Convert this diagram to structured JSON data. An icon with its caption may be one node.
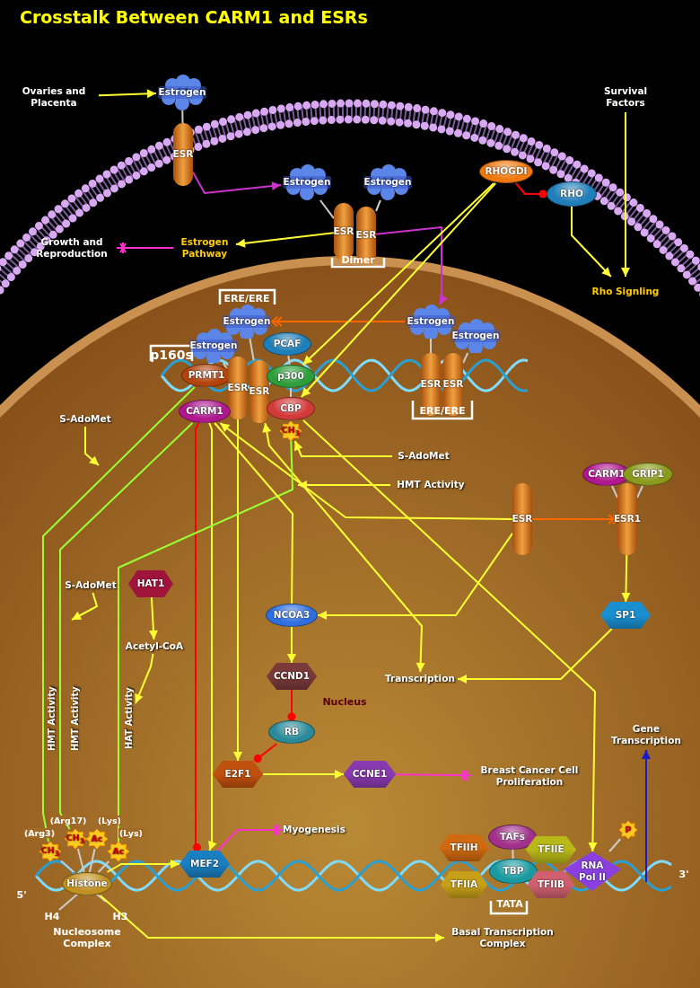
{
  "diagram": {
    "title": "Crosstalk Between CARM1 and ESRs",
    "nodes": [
      {
        "text": [
          "Estrogen"
        ]
      },
      {
        "text": [
          "ESR"
        ]
      },
      {
        "text": [
          "Estrogen"
        ]
      },
      {
        "text": [
          "Estrogen"
        ]
      },
      {
        "text": [
          "ESR"
        ]
      },
      {
        "text": [
          "ESR"
        ]
      },
      {
        "text": [
          "Estrogen"
        ]
      },
      {
        "text": [
          "Estrogen"
        ]
      },
      {
        "text": [
          "PCAF"
        ]
      },
      {
        "text": [
          "PRMT1"
        ]
      },
      {
        "text": [
          "ESR"
        ]
      },
      {
        "text": [
          "ESR"
        ]
      },
      {
        "text": [
          "p300"
        ]
      },
      {
        "text": [
          "CARM1"
        ]
      },
      {
        "text": [
          "CBP"
        ]
      },
      {
        "text": [
          "Estrogen"
        ]
      },
      {
        "text": [
          "Estrogen"
        ]
      },
      {
        "text": [
          "ESR"
        ]
      },
      {
        "text": [
          "ESR"
        ]
      },
      {
        "text": [
          "RHOGDI"
        ]
      },
      {
        "text": [
          "RHO"
        ]
      },
      {
        "text": [
          "CARM1"
        ]
      },
      {
        "text": [
          "GRIP1"
        ]
      },
      {
        "text": [
          "ESR"
        ]
      },
      {
        "text": [
          "ESR1"
        ]
      },
      {
        "text": [
          "SP1"
        ]
      },
      {
        "text": [
          "HAT1"
        ]
      },
      {
        "text": [
          "NCOA3"
        ]
      },
      {
        "text": [
          "CCND1"
        ]
      },
      {
        "text": [
          "RB"
        ]
      },
      {
        "text": [
          "E2F1"
        ]
      },
      {
        "text": [
          "CCNE1"
        ]
      },
      {
        "text": [
          "MEF2"
        ]
      },
      {
        "text": [
          "Histone"
        ]
      },
      {
        "text": [
          "CH$_{3}$"
        ],
        "beside": [
          "(Arg3)"
        ]
      },
      {
        "text": [
          "CH$_{3}$"
        ],
        "beside": [
          "(Arg17)"
        ]
      },
      {
        "text": [
          "Ac"
        ],
        "beside": [
          "(Lys)"
        ]
      },
      {
        "text": [
          "Ac"
        ],
        "beside": [
          "(Lys)"
        ]
      },
      {
        "text": [
          "CH$_{3}$"
        ]
      },
      {
        "text": [
          "TFIIH"
        ]
      },
      {
        "text": [
          "TAFs"
        ]
      },
      {
        "text": [
          "TFIIE"
        ]
      },
      {
        "text": [
          "TFIIA"
        ]
      },
      {
        "text": [
          "TBP"
        ]
      },
      {
        "text": [
          "TFIIB"
        ]
      },
      {
        "text": [
          "RNA Pol II"
        ]
      },
      {
        "text": [
          "P"
        ]
      },
      {
        "text": [
          "Ovaries and Placenta"
        ]
      },
      {
        "text": [
          "Survival Factors"
        ]
      },
      {
        "text": [
          "Growth and Reproduction"
        ]
      },
      {
        "text": [
          "Estrogen Pathway"
        ]
      },
      {
        "text": [
          "Rho Signling"
        ]
      },
      {
        "text": [
          "S-AdoMet"
        ]
      },
      {
        "text": [
          "S-AdoMet"
        ]
      },
      {
        "text": [
          "HMT Activity"
        ]
      },
      {
        "text": [
          "S-AdoMet"
        ]
      },
      {
        "text": [
          "Acetyl-CoA"
        ]
      },
      {
        "text": [
          "Transcription"
        ]
      },
      {
        "text": [
          "Breast Cancer Cell Proliferation"
        ]
      },
      {
        "text": [
          "Myogenesis"
        ]
      },
      {
        "text": [
          "Gene Transcription"
        ]
      },
      {
        "text": [
          "Basal Transcription Complex"
        ]
      },
      {
        "text": [
          "HMT Activity"
        ]
      },
      {
        "text": [
          "HMT Activity"
        ]
      },
      {
        "text": [
          "HAT Activity"
        ]
      }
    ],
    "edges": [
      {
        "from": 47,
        "to": 0,
        "arrow": "to"
      },
      {
        "from": 1,
        "to": 2,
        "arrow": "to",
        "color": "#cc33cc"
      },
      {
        "from": 5,
        "to": 15,
        "arrow": "to",
        "color": "#cc33cc"
      },
      {
        "from": 4,
        "to": 50,
        "arrow": "to"
      },
      {
        "from": 50,
        "to": 49,
        "arrow": "other",
        "color": "#ff33cc"
      },
      {
        "from": 15,
        "to": 7,
        "arrow": "to",
        "color": "#ff6600"
      },
      {
        "from": 19,
        "to": 12,
        "arrow": "to"
      },
      {
        "from": 19,
        "to": 14,
        "arrow": "to"
      },
      {
        "from": 19,
        "to": 20,
        "arrow": "other",
        "color": "#ff0000"
      },
      {
        "from": 20,
        "to": 51,
        "arrow": "to"
      },
      {
        "from": 48,
        "to": 51,
        "arrow": "to"
      },
      {
        "from": 13,
        "to": 32,
        "arrow": "other",
        "color": "#ff0000"
      },
      {
        "from": 13,
        "to": 32,
        "arrow": "to"
      },
      {
        "from": 10,
        "to": 30,
        "arrow": "to"
      },
      {
        "from": 11,
        "to": 57,
        "arrow": "both"
      },
      {
        "from": 23,
        "to": 13,
        "arrow": "to"
      },
      {
        "from": 23,
        "to": 24,
        "arrow": "to",
        "color": "#ff6600"
      },
      {
        "from": 23,
        "to": 27,
        "arrow": "to"
      },
      {
        "from": 24,
        "to": 25,
        "arrow": "to"
      },
      {
        "from": 25,
        "to": 57,
        "arrow": "to"
      },
      {
        "from": 14,
        "to": 45,
        "arrow": "to"
      },
      {
        "from": 53,
        "to": 38,
        "arrow": "to"
      },
      {
        "from": 54,
        "to": null,
        "arrow": "to"
      },
      {
        "from": 38,
        "to": 37,
        "arrow": "none",
        "color": "#99ff33"
      },
      {
        "from": 9,
        "to": 34,
        "arrow": "none",
        "color": "#99ff33"
      },
      {
        "from": 13,
        "to": 35,
        "arrow": "none",
        "color": "#99ff33"
      },
      {
        "from": 52,
        "to": null,
        "arrow": "to"
      },
      {
        "from": 55,
        "to": null,
        "arrow": "to"
      },
      {
        "from": 26,
        "to": 56,
        "arrow": "to"
      },
      {
        "from": 56,
        "to": 64,
        "arrow": "to"
      },
      {
        "from": 27,
        "to": 28,
        "arrow": "to"
      },
      {
        "from": 28,
        "to": 29,
        "arrow": "other",
        "color": "#ff0000"
      },
      {
        "from": 29,
        "to": 30,
        "arrow": "other",
        "color": "#ff0000"
      },
      {
        "from": 30,
        "to": 31,
        "arrow": "to"
      },
      {
        "from": 31,
        "to": 58,
        "arrow": "other",
        "color": "#ff33cc"
      },
      {
        "from": 32,
        "to": 59,
        "arrow": "other",
        "color": "#ff33cc"
      },
      {
        "from": 33,
        "to": 32,
        "arrow": "to"
      },
      {
        "from": 33,
        "to": 61,
        "arrow": "to"
      },
      {
        "from": null,
        "to": 60,
        "arrow": "to",
        "color": "#1a1acc"
      },
      {
        "from": 46,
        "to": 45,
        "arrow": "none",
        "color": "#cccccc"
      },
      {
        "from": 0,
        "to": 1,
        "arrow": "none",
        "color": "#cccccc"
      },
      {
        "from": 2,
        "to": 4,
        "arrow": "none",
        "color": "#cccccc"
      },
      {
        "from": 3,
        "to": 5,
        "arrow": "none",
        "color": "#cccccc"
      },
      {
        "from": 7,
        "to": 11,
        "arrow": "none",
        "color": "#cccccc"
      },
      {
        "from": 6,
        "to": 10,
        "arrow": "none",
        "color": "#cccccc"
      },
      {
        "from": 8,
        "to": 12,
        "arrow": "none",
        "color": "#cccccc"
      },
      {
        "from": 12,
        "to": 14,
        "arrow": "none",
        "color": "#cccccc"
      },
      {
        "from": 15,
        "to": 17,
        "arrow": "none",
        "color": "#cccccc"
      },
      {
        "from": 16,
        "to": 18,
        "arrow": "none",
        "color": "#cccccc"
      },
      {
        "from": 21,
        "to": 24,
        "arrow": "none",
        "color": "#cccccc"
      },
      {
        "from": 22,
        "to": 24,
        "arrow": "none",
        "color": "#cccccc"
      },
      {
        "from": 40,
        "to": 43,
        "arrow": "none",
        "color": "#cccccc"
      },
      {
        "from": 33,
        "to": 34,
        "arrow": "none",
        "color": "#cccccc"
      },
      {
        "from": 33,
        "to": 35,
        "arrow": "none",
        "color": "#cccccc"
      },
      {
        "from": 33,
        "to": 36,
        "arrow": "none",
        "color": "#cccccc"
      },
      {
        "from": 33,
        "to": 37,
        "arrow": "none",
        "color": "#cccccc"
      },
      {
        "from": 13,
        "to": 27,
        "arrow": "none"
      }
    ],
    "labels": [
      "ERE/ERE",
      "Dimer",
      "p160s",
      "ERE/ERE",
      "Nucleus",
      "5'",
      "3'",
      "H4",
      "H3",
      "Nucleosome Complex",
      "TATA"
    ]
  }
}
